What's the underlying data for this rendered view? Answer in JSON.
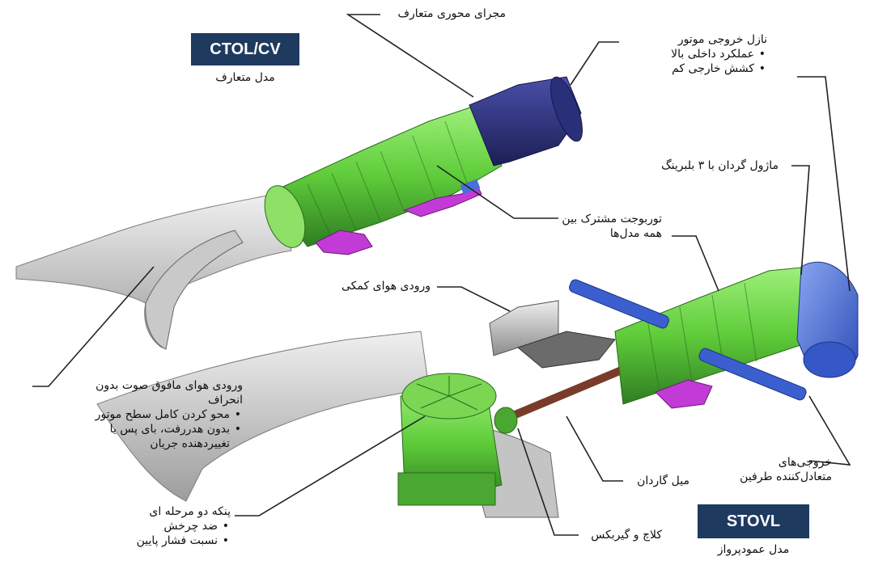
{
  "models": {
    "conventional": {
      "badge": "CTOL/CV",
      "subtitle": "مدل متعارف"
    },
    "stovl": {
      "badge": "STOVL",
      "subtitle": "مدل عمودپرواز"
    }
  },
  "labels": {
    "axial_duct": "مجرای محوری متعارف",
    "nozzle": {
      "title": "نازل خروجی موتور",
      "bullets": [
        "عملکرد داخلی بالا",
        "کشش خارجی کم"
      ]
    },
    "swivel_module": "ماژول گردان با ۳ بلبرینگ",
    "turbojet": {
      "line1": "توربوجت مشترک بین",
      "line2": "همه مدل‌ها"
    },
    "aux_inlet": "ورودی هوای کمکی",
    "supersonic_inlet": {
      "title": "ورودی هوای مافوق صوت بدون انحراف",
      "bullets": [
        "محو کردن کامل سطح موتور",
        "بدون هدررفت، بای پس یا تغییردهنده جریان"
      ]
    },
    "roll_posts": {
      "line1": "خروجی‌های",
      "line2": "متعادل‌کننده طرفین"
    },
    "drive_shaft": "میل گاردان",
    "lift_fan": {
      "title": "پنکه دو مرحله ای",
      "bullets": [
        "ضد چرخش",
        "نسبت فشار پایین"
      ]
    },
    "clutch": "کلاچ و گیربکس"
  },
  "colors": {
    "badge_bg": "#1f3a5f",
    "engine_green": "#6fd34a",
    "engine_green_dark": "#3e8f2a",
    "nozzle_navy": "#2a2f7a",
    "swivel_blue": "#4a6fd8",
    "duct_gray": "#b8b8b8",
    "accessory_magenta": "#c23bd6",
    "shaft_brown": "#7a3b2a"
  }
}
